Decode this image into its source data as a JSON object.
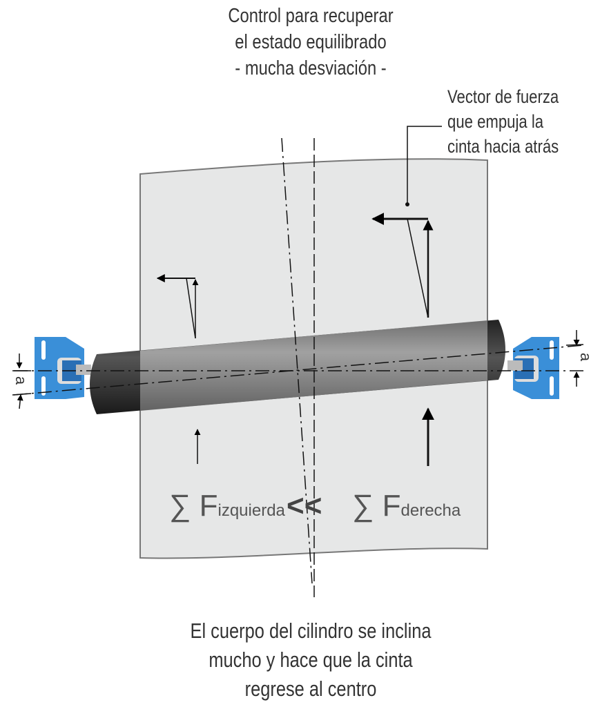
{
  "title_lines": [
    "Control para recuperar",
    "el estado equilibrado",
    "- mucha desviación -"
  ],
  "vector_label_lines": [
    "Vector de fuerza",
    "que empuja la",
    "cinta hacia atrás"
  ],
  "formula": {
    "sigma": "∑",
    "f": "F",
    "left_sub": "izquierda",
    "comparator": "<<",
    "right_sub": "derecha"
  },
  "dimension_label": "a",
  "caption_lines": [
    "El cuerpo del cilindro se inclina",
    "mucho y hace que la cinta",
    "regrese al centro"
  ],
  "colors": {
    "belt": "#e6e7e7",
    "roller": "#8c8c8c",
    "roller_end": "#2b2b2b",
    "bracket": "#3a8fd8"
  }
}
